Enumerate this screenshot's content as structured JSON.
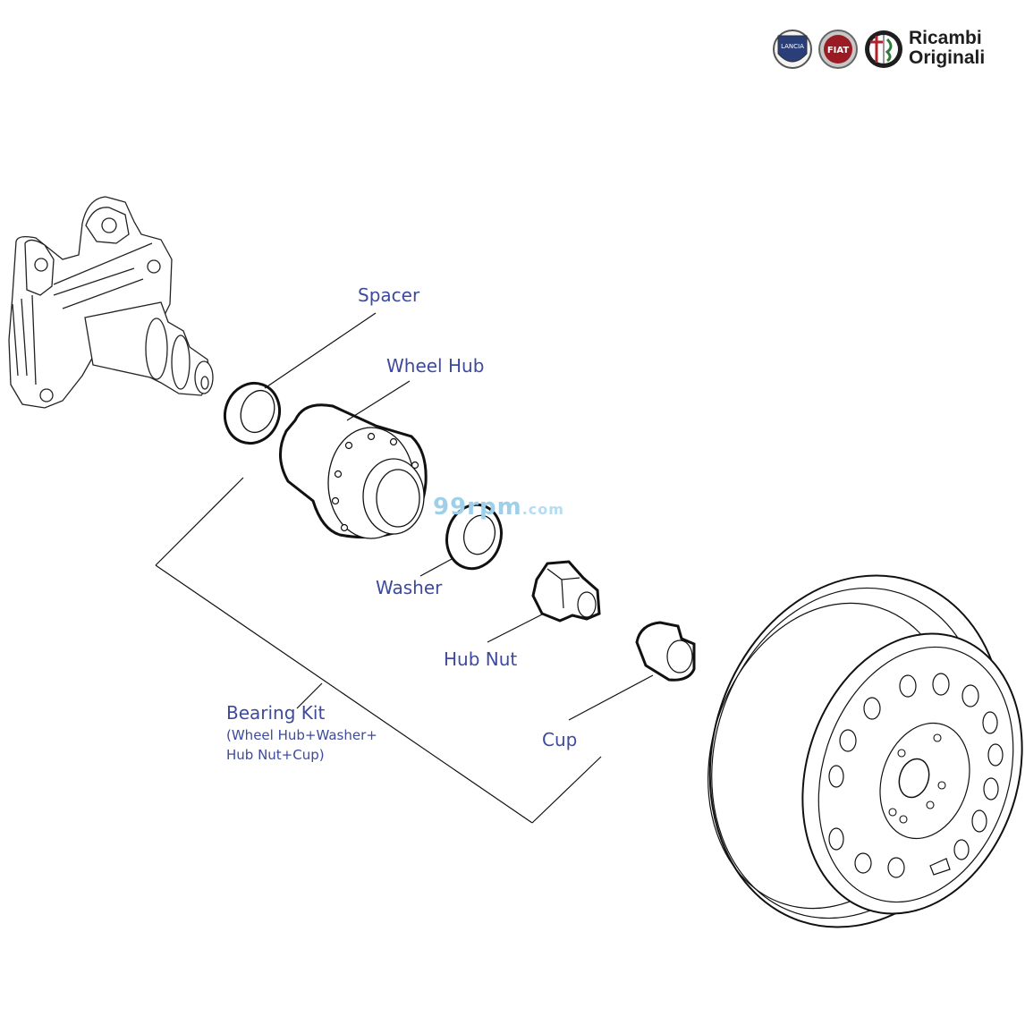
{
  "brand": {
    "line1": "Ricambi",
    "line2": "Originali",
    "logos": [
      "lancia-logo",
      "fiat-logo",
      "alfa-romeo-logo"
    ],
    "logo_texts": [
      "LANCIA",
      "FIAT"
    ]
  },
  "watermark": {
    "main": "99rpm",
    "suffix": ".com",
    "color": "#9fd0ea"
  },
  "labels": {
    "spacer": "Spacer",
    "wheel_hub": "Wheel Hub",
    "washer": "Washer",
    "hub_nut": "Hub Nut",
    "cup": "Cup",
    "bearing_kit": "Bearing Kit",
    "bearing_kit_detail_1": "(Wheel Hub+Washer+",
    "bearing_kit_detail_2": "Hub Nut+Cup)"
  },
  "colors": {
    "label": "#3d4a9e",
    "line": "#000000",
    "part_fill": "#ffffff"
  }
}
